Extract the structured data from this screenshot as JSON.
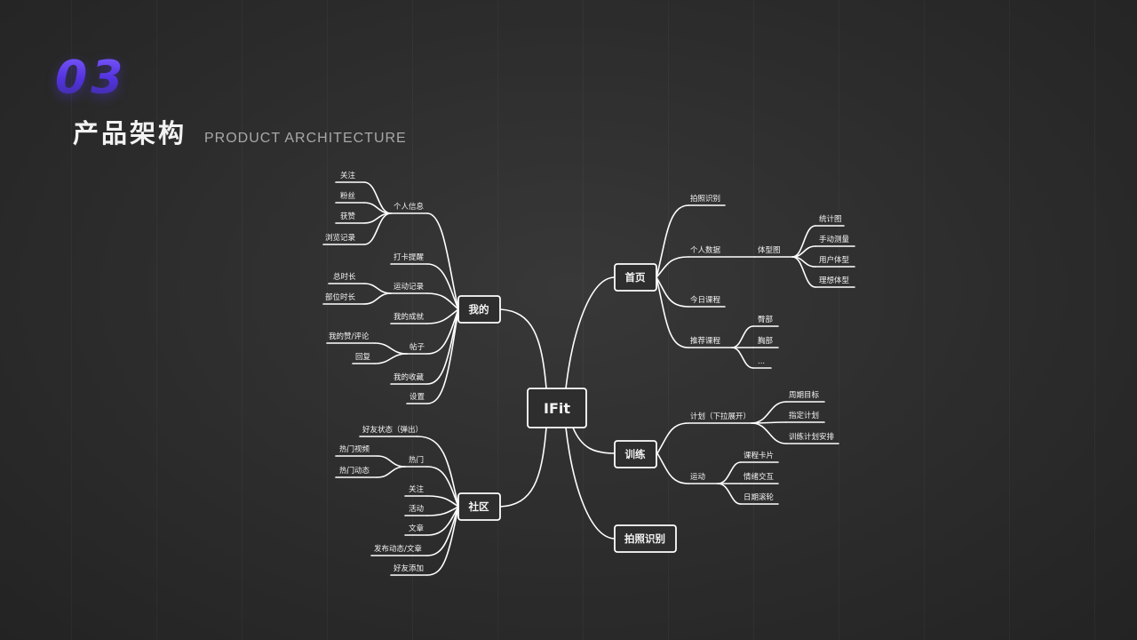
{
  "header": {
    "section_number": "03",
    "title_cn": "产品架构",
    "title_en": "PRODUCT ARCHITECTURE"
  },
  "mindmap": {
    "center": "IFit",
    "wode": {
      "label": "我的",
      "gerenxinxi": {
        "label": "个人信息",
        "children": [
          "关注",
          "粉丝",
          "获赞",
          "浏览记录"
        ]
      },
      "dakatixing": "打卡提醒",
      "yundongjilu": {
        "label": "运动记录",
        "children": [
          "总时长",
          "部位时长"
        ]
      },
      "wodechengjiu": "我的成就",
      "tiezi": {
        "label": "帖子",
        "children": [
          "我的赞/评论",
          "回复"
        ]
      },
      "wodeshoucang": "我的收藏",
      "shezhi": "设置"
    },
    "shequ": {
      "label": "社区",
      "haoyouzhuangtai": "好友状态（弹出）",
      "remen": {
        "label": "热门",
        "children": [
          "热门视频",
          "热门动态"
        ]
      },
      "guanzhu": "关注",
      "huodong": "活动",
      "wenzhang": "文章",
      "fabu": "发布动态/文章",
      "haoyoutianjia": "好友添加"
    },
    "shouye": {
      "label": "首页",
      "paizhaoshibie": "拍照识别",
      "gerenshuju": {
        "label": "个人数据",
        "tixingtu": {
          "label": "体型图",
          "children": [
            "统计图",
            "手动测量",
            "用户体型",
            "理想体型"
          ]
        }
      },
      "jinrikecheng": "今日课程",
      "tuijiankecheng": {
        "label": "推荐课程",
        "children": [
          "臀部",
          "胸部",
          "..."
        ]
      }
    },
    "xunlian": {
      "label": "训练",
      "jihua": {
        "label": "计划（下拉展开）",
        "children": [
          "周期目标",
          "指定计划",
          "训练计划安排"
        ]
      },
      "yundong": {
        "label": "运动",
        "children": [
          "课程卡片",
          "情绪交互",
          "日期滚轮"
        ]
      }
    },
    "paizhao": {
      "label": "拍照识别"
    }
  }
}
